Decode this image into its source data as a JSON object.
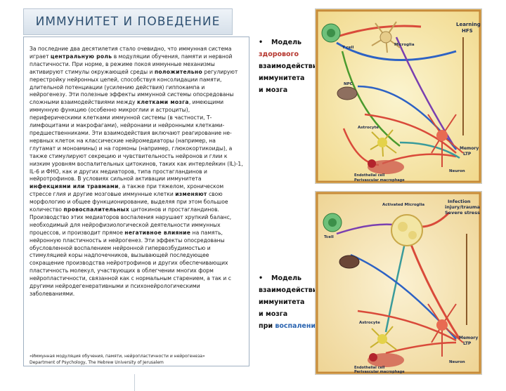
{
  "slide": {
    "title": "ИММУНИТЕТ И ПОВЕДЕНИЕ",
    "paragraphs": [
      {
        "segments": [
          {
            "text": "За последние два десятилетия стало очевидно, что иммунная система играет ",
            "bold": false
          },
          {
            "text": "центральную роль",
            "bold": true
          },
          {
            "text": " в модуляции обучения, памяти и нервной пластичности. При норме, в режиме покоя иммунные механизмы активируют стимулы окружающей среды и ",
            "bold": false
          },
          {
            "text": "положительно",
            "bold": true
          },
          {
            "text": " регулируют перестройку нейронных цепей, способствуя консолидации памяти, длительной потенциации (усилению действия) гиппокампа и нейрогенезу. Эти полезные эффекты иммунной системы опосредованы сложными взаимодействиями между ",
            "bold": false
          },
          {
            "text": "клетками мозга",
            "bold": true
          },
          {
            "text": ", имеющими иммунную функцию (особенно микроглии и астроциты), периферическими клетками иммунной системы (в частности, Т-лимфоцитами и макрофагами), нейронами и нейронными клетками-предшественниками. Эти взаимодействия включают реагирование не-нервных клеток на классические нейромедиаторы (например, на глутамат и моноамины) и на гормоны (например, глюкокортикоиды), а также стимулируют секрецию и чувствительность нейронов и глии к низким уровням воспалительных цитокинов, таких как интерлейкин (IL)-1, IL-6 и ФНО, как и других медиаторов, типа простагландинов и нейротрофинов. В условиях сильной активации иммунитета ",
            "bold": false
          },
          {
            "text": "инфекциями или травмами",
            "bold": true
          },
          {
            "text": ", а также при тяжелом, хроническом стрессе глия и другие мозговые иммунные клетки ",
            "bold": false
          },
          {
            "text": "изменяют",
            "bold": true
          },
          {
            "text": " свою морфологию и общее функционирование, выделяя при этом большое количество ",
            "bold": false
          },
          {
            "text": "провоспалительных",
            "bold": true
          },
          {
            "text": " цитокинов и простагландинов. Производство этих медиаторов воспаления нарушает хрупкий баланс, необходимый для нейрофизиологической деятельности иммунных процессов, и производит прямое ",
            "bold": false
          },
          {
            "text": "негативное влияние",
            "bold": true
          },
          {
            "text": " на память, нейронную пластичность и нейрогенез. Эти эффекты опосредованы обусловленной воспалением нейронной гипервозбудимостью и стимуляцией коры надпочечников, вызывающей последующее сокращение производства нейротрофинов и других обеспечивающих пластичность молекул, участвующих в облегчении многих форм нейропластичности, связанной как с нормальным старением, а так и с другими нейродегенеративными и психонейрологическими заболеваниями.",
            "bold": false
          }
        ]
      }
    ],
    "footnote_line1": "«Иммунная модуляция обучения, памяти, нейропластичности и нейрогенеза»",
    "footnote_line2": "Department of Psychology, The Hebrew University of Jerusalem"
  },
  "bullets": [
    {
      "marker": "•",
      "line1": "Модель",
      "line2": "здорового",
      "line3": "взаимодействия",
      "line4": "иммунитета",
      "line5": "и мозга",
      "accent": "#b5352d"
    },
    {
      "marker": "•",
      "line1": "Модель",
      "line2": "взаимодействия",
      "line3": "иммунитета",
      "line4": "и мозга",
      "line5_prefix": "при ",
      "line5_accent": "воспалении.",
      "accent": "#2a64b0"
    }
  ],
  "figure_top": {
    "labels": {
      "tcell": "T cell",
      "microglia": "Microglia",
      "learning": "Learning",
      "hfs": "HFS",
      "npc": "NPC",
      "astrocyte": "Astrocyte",
      "memory": "Memory",
      "ltp": "LTP",
      "neuron": "Neuron",
      "endothelial": "Endothelial cell",
      "perivascular": "Perivascular macrophage"
    }
  },
  "figure_bottom": {
    "labels": {
      "activated_microglia": "Activated Microglia",
      "infection": "Infection",
      "injury": "injury/trauma",
      "severe_stress": "Severe stress",
      "tcell": "Tcell",
      "astrocyte": "Astrocyte",
      "memory": "Memory",
      "ltp": "LTP",
      "neuron": "Neuron",
      "endothelial": "Endothelial cell",
      "perivascular": "Perivascular macrophage"
    }
  }
}
